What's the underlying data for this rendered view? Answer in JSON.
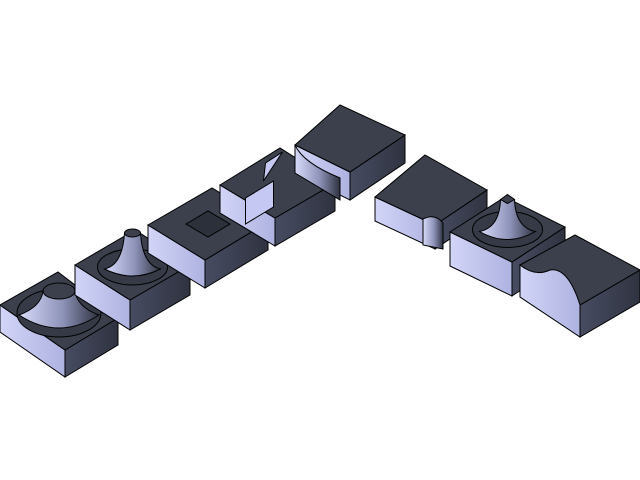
{
  "scene": {
    "background": "#ffffff",
    "colors": {
      "top_face": "#3b404c",
      "side_face_light": "#c4c8f2",
      "side_face_dark": "#6a6f8c",
      "edge": "#000000"
    },
    "parts": [
      {
        "name": "block-with-conical-boss"
      },
      {
        "name": "block-with-fillet-pin"
      },
      {
        "name": "block-with-square-pocket"
      },
      {
        "name": "block-with-slot"
      },
      {
        "name": "block-with-rounded-top"
      },
      {
        "name": "block-with-rounded-edge"
      },
      {
        "name": "block-with-fillet-post"
      },
      {
        "name": "block-with-curved-face"
      }
    ]
  }
}
